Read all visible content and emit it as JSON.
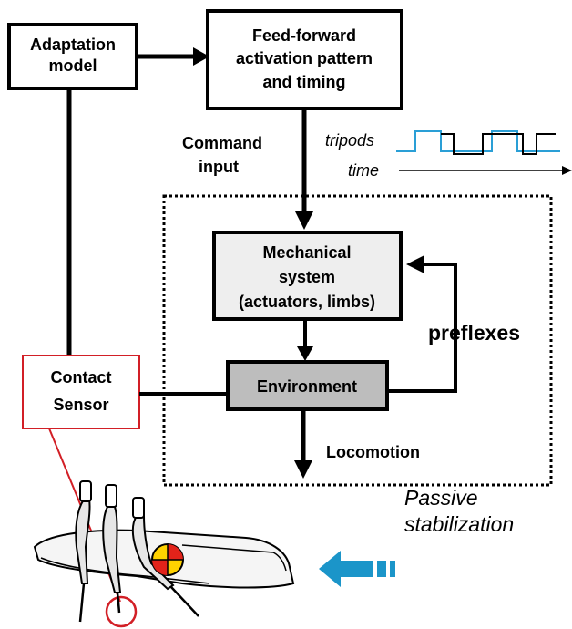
{
  "blocks": {
    "adaptation": [
      "Adaptation",
      "model"
    ],
    "feedforward": [
      "Feed-forward",
      "activation pattern",
      "and timing"
    ],
    "mechanical": [
      "Mechanical",
      "system",
      "(actuators, limbs)"
    ],
    "environment": "Environment",
    "contact": [
      "Contact",
      "Sensor"
    ]
  },
  "labels": {
    "command": [
      "Command",
      "input"
    ],
    "tripods": "tripods",
    "time": "time",
    "preflexes": "preflexes",
    "locomotion": "Locomotion",
    "passive": [
      "Passive",
      "stabilization"
    ]
  },
  "colors": {
    "sensor_outline": "#d21f26",
    "tripod_wave_a": "#2a9fd6",
    "tripod_wave_b": "#000000",
    "mechanical_fill": "#eeeeee",
    "environment_fill": "#bdbdbd",
    "motion_arrow": "#1b95c9",
    "com_marker_red": "#e2231a",
    "com_marker_yellow": "#ffd200"
  },
  "icons": [
    "motion-arrow-icon",
    "center-of-mass-icon",
    "robot-illustration"
  ]
}
